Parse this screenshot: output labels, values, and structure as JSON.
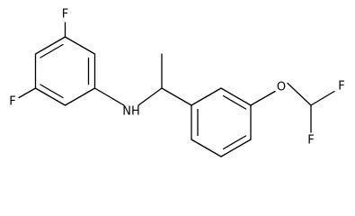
{
  "molecule": {
    "atom_labels": {
      "f_top": "F",
      "f_left": "F",
      "nh": "NH",
      "o": "O",
      "f_cf2_a": "F",
      "f_cf2_b": "F"
    }
  }
}
